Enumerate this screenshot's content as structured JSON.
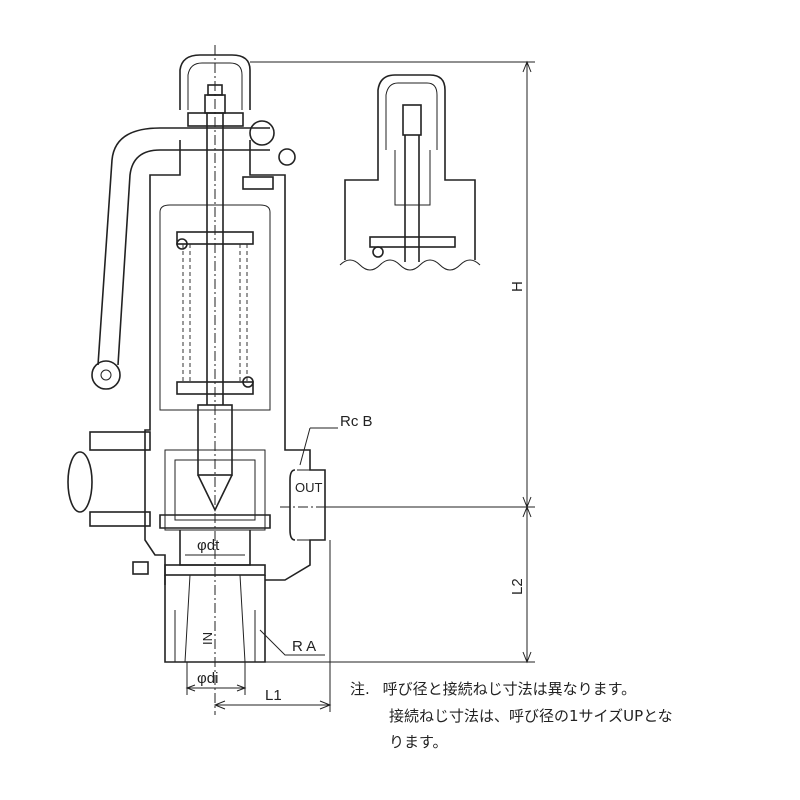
{
  "labels": {
    "rc": "Rc B",
    "out": "OUT",
    "in": "IN",
    "ra": "R A",
    "phi_dt": "φdt",
    "phi_di": "φdi",
    "h": "H",
    "l1": "L1",
    "l2": "L2"
  },
  "note": {
    "prefix": "注.",
    "line1": "呼び径と接続ねじ寸法は異なります。",
    "line2": "接続ねじ寸法は、呼び径の1サイズUPとな",
    "line3": "ります。"
  }
}
